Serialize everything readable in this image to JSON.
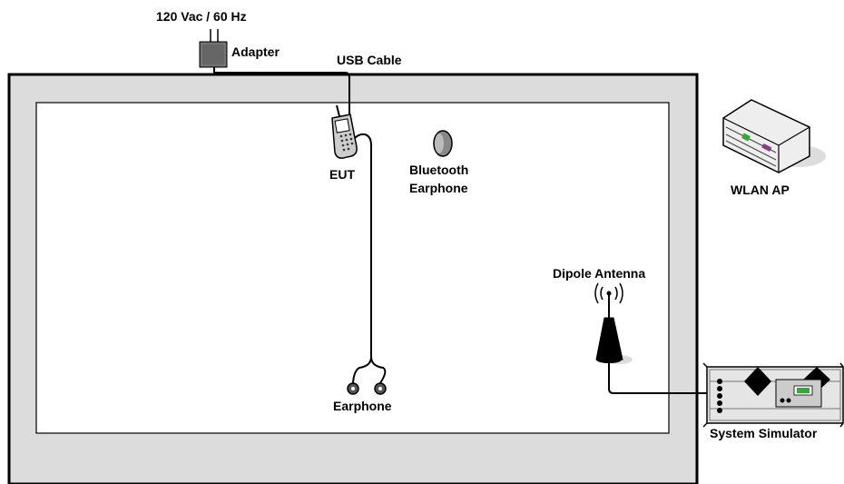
{
  "labels": {
    "power": "120 Vac / 60 Hz",
    "adapter": "Adapter",
    "usb_cable": "USB Cable",
    "eut": "EUT",
    "bluetooth_line1": "Bluetooth",
    "bluetooth_line2": "Earphone",
    "wlan_ap": "WLAN AP",
    "dipole_antenna": "Dipole Antenna",
    "earphone": "Earphone",
    "system_simulator": "System Simulator"
  },
  "colors": {
    "chamber_fill": "#dcdcdc",
    "inner_fill": "#ffffff",
    "adapter_fill": "#666666"
  }
}
